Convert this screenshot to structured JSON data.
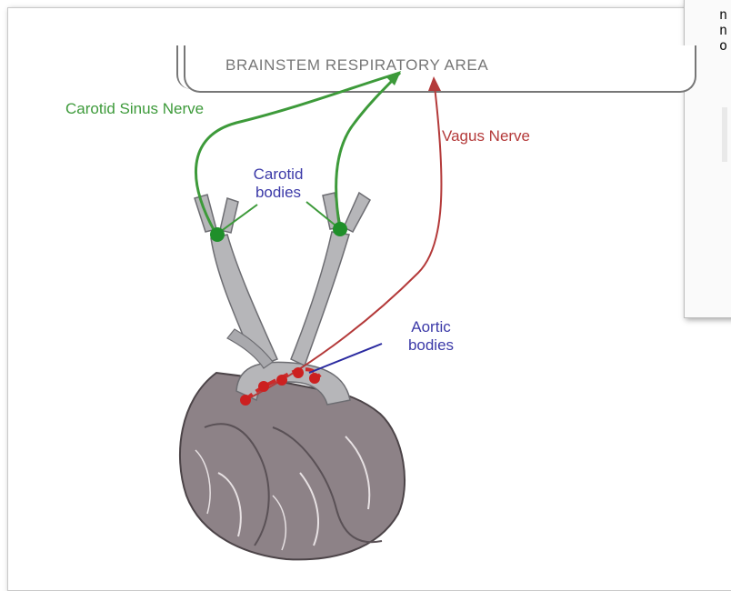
{
  "diagram": {
    "brain_area_label": "BRAINSTEM RESPIRATORY AREA",
    "carotid_sinus_nerve_label": "Carotid Sinus Nerve",
    "vagus_nerve_label": "Vagus Nerve",
    "carotid_bodies_line1": "Carotid",
    "carotid_bodies_line2": "bodies",
    "aortic_bodies_line1": "Aortic",
    "aortic_bodies_line2": "bodies",
    "colors": {
      "green_nerve": "#3d9a3a",
      "red_nerve": "#b43a3a",
      "blue_label": "#3c3aa8",
      "vessel": "#b6b6b9",
      "heart": "#8d8287"
    }
  },
  "side_panel": {
    "line1": "n",
    "line2": "n",
    "line3": "o"
  }
}
